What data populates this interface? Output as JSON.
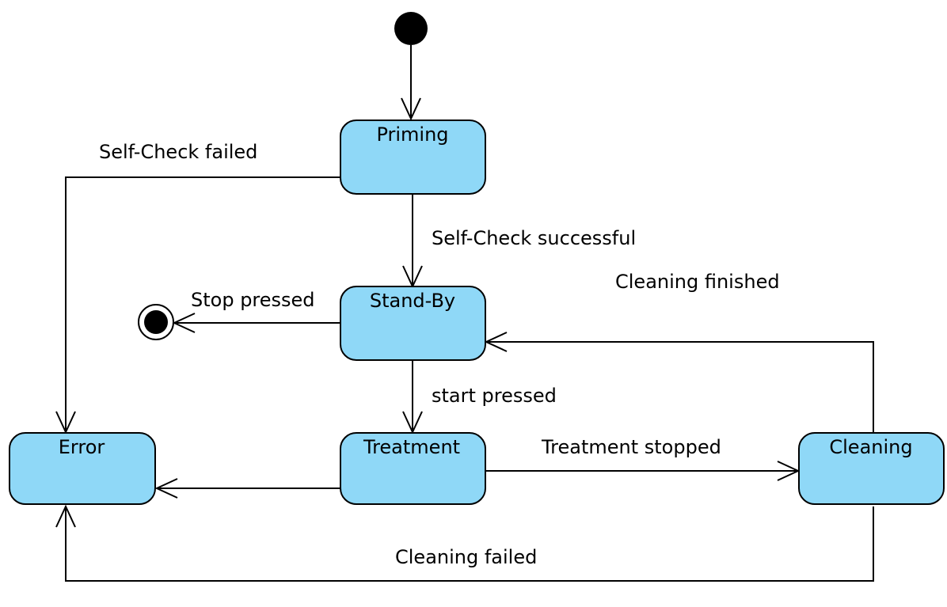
{
  "states": {
    "priming": "Priming",
    "standby": "Stand-By",
    "error": "Error",
    "treatment": "Treatment",
    "cleaning": "Cleaning"
  },
  "transitions": {
    "self_check_failed": "Self-Check failed",
    "self_check_successful": "Self-Check successful",
    "stop_pressed": "Stop pressed",
    "start_pressed": "start pressed",
    "treatment_stopped": "Treatment stopped",
    "cleaning_finished": "Cleaning finished",
    "cleaning_failed": "Cleaning failed"
  },
  "colors": {
    "state_fill": "#8fd8f7",
    "stroke": "#000000"
  }
}
